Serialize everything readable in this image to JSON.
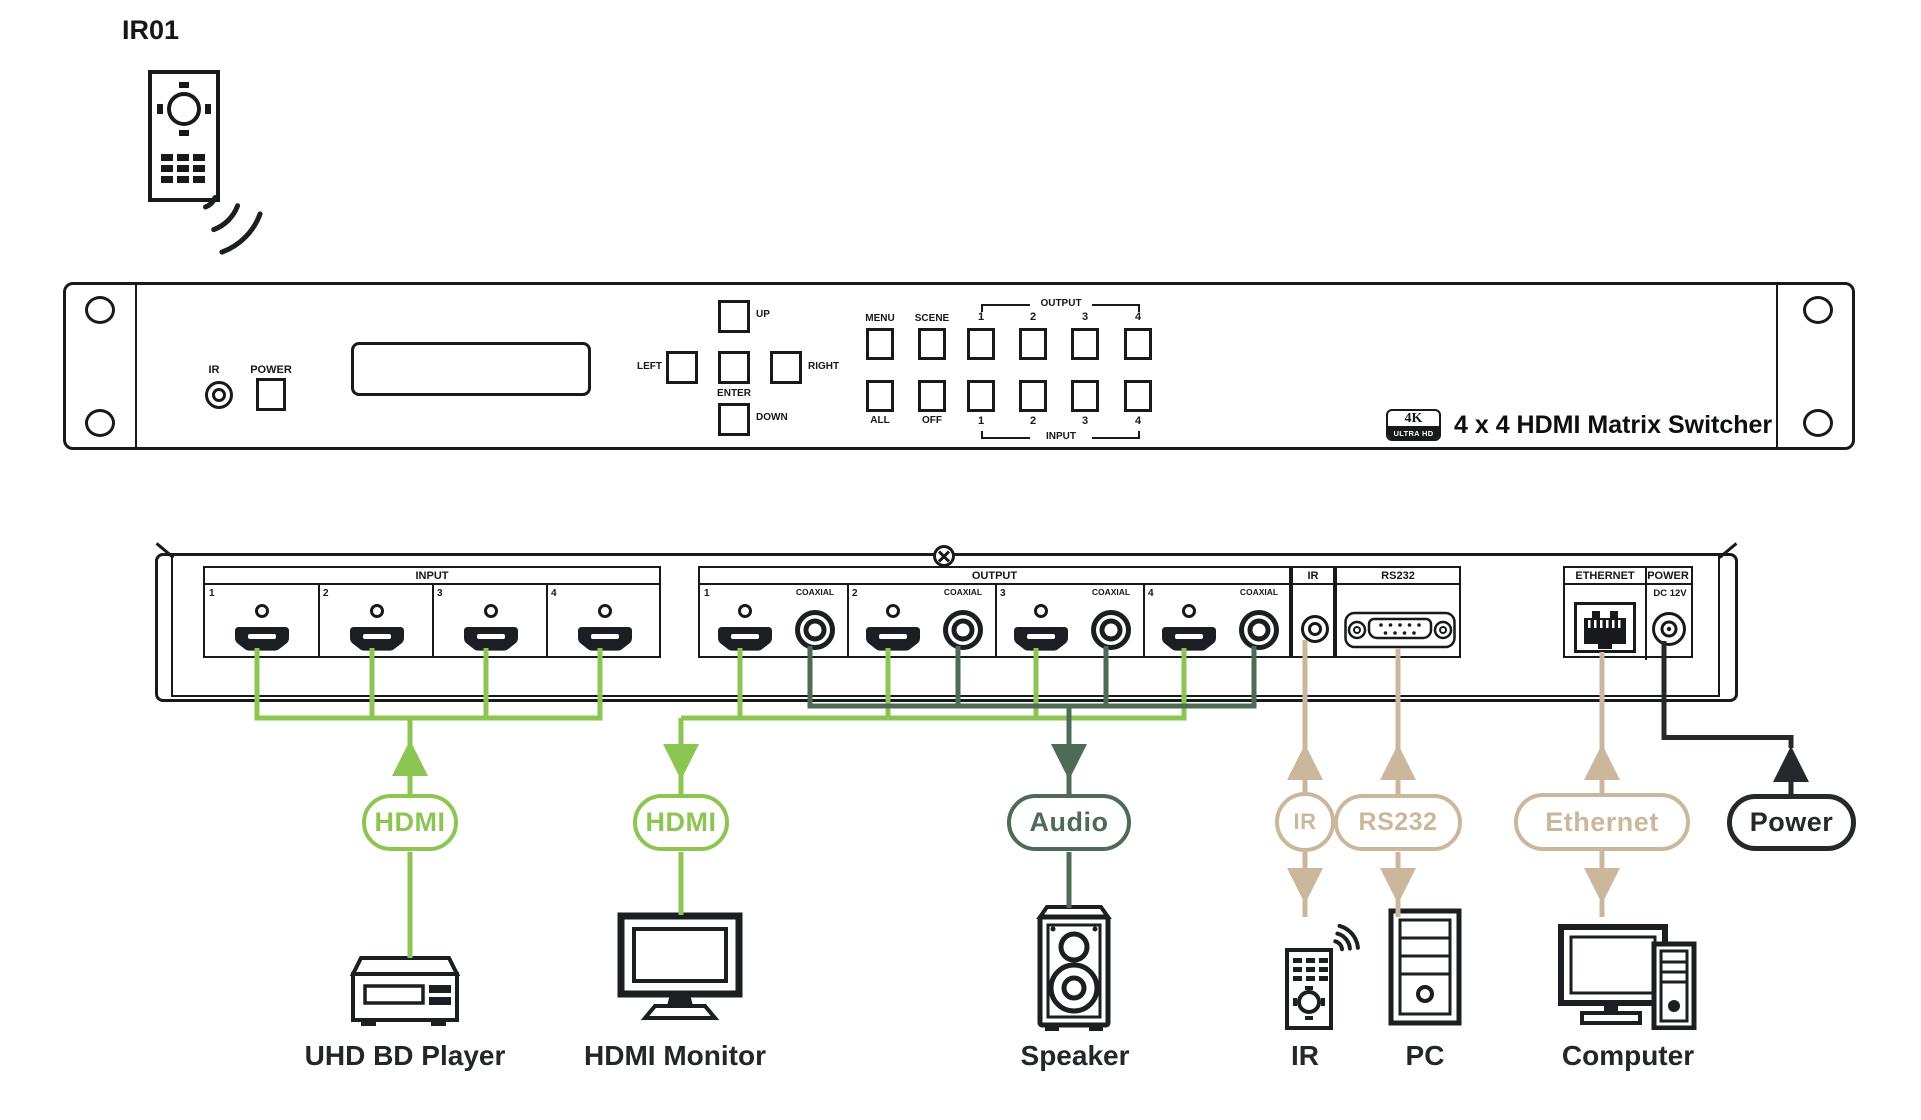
{
  "remote": {
    "label": "IR01"
  },
  "front_panel": {
    "ir": "IR",
    "power": "POWER",
    "up": "UP",
    "down": "DOWN",
    "left": "LEFT",
    "right": "RIGHT",
    "enter": "ENTER",
    "menu": "MENU",
    "scene": "SCENE",
    "all": "ALL",
    "off": "OFF",
    "output_group": "OUTPUT",
    "input_group": "INPUT",
    "output_nums": [
      "1",
      "2",
      "3",
      "4"
    ],
    "input_nums": [
      "1",
      "2",
      "3",
      "4"
    ],
    "badge_top": "4K",
    "badge_bottom": "ULTRA HD",
    "product": "4 x 4 HDMI Matrix Switcher"
  },
  "rear_panel": {
    "input_label": "INPUT",
    "input_nums": [
      "1",
      "2",
      "3",
      "4"
    ],
    "output_label": "OUTPUT",
    "output_nums": [
      "1",
      "2",
      "3",
      "4"
    ],
    "coaxial": "COAXIAL",
    "ir": "IR",
    "rs232": "RS232",
    "ethernet": "ETHERNET",
    "power": "POWER",
    "power_voltage": "DC 12V"
  },
  "connections": {
    "hdmi_in": "HDMI",
    "hdmi_out": "HDMI",
    "audio": "Audio",
    "ir": "IR",
    "rs232": "RS232",
    "ethernet": "Ethernet",
    "power": "Power"
  },
  "devices": {
    "bd_player": "UHD BD Player",
    "monitor": "HDMI Monitor",
    "speaker": "Speaker",
    "ir_remote": "IR",
    "pc": "PC",
    "computer": "Computer"
  },
  "colors": {
    "hdmi": "#8cc551",
    "audio": "#4d6b55",
    "control": "#cbb89c",
    "power": "#25282d"
  }
}
